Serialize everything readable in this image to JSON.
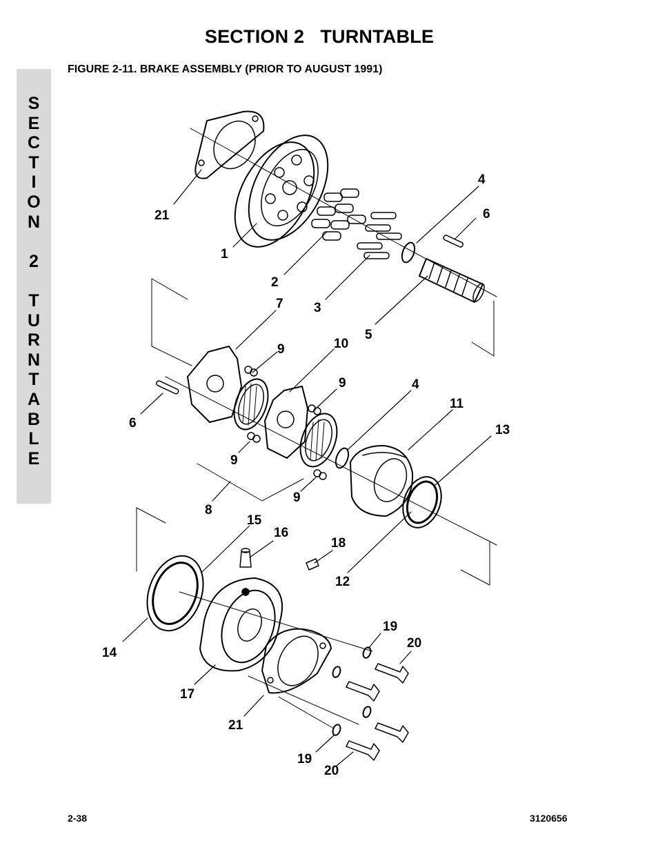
{
  "header": {
    "section_title": "SECTION 2   TURNTABLE",
    "figure_title": "FIGURE 2-11.  BRAKE ASSEMBLY (PRIOR TO AUGUST 1991)"
  },
  "side_tab": {
    "letters": [
      "S",
      "E",
      "C",
      "T",
      "I",
      "O",
      "N",
      "",
      "2",
      "",
      "T",
      "U",
      "R",
      "N",
      "T",
      "A",
      "B",
      "L",
      "E"
    ]
  },
  "callouts": {
    "c21a": "21",
    "c1": "1",
    "c2": "2",
    "c3": "3",
    "c4a": "4",
    "c6a": "6",
    "c5": "5",
    "c7": "7",
    "c9a": "9",
    "c10": "10",
    "c9b": "9",
    "c4b": "4",
    "c11": "11",
    "c13": "13",
    "c6b": "6",
    "c9c": "9",
    "c9d": "9",
    "c8": "8",
    "c15": "15",
    "c16": "16",
    "c18": "18",
    "c12": "12",
    "c19a": "19",
    "c20a": "20",
    "c14": "14",
    "c17": "17",
    "c21b": "21",
    "c19b": "19",
    "c20b": "20"
  },
  "footer": {
    "page_number": "2-38",
    "doc_number": "3120656"
  }
}
